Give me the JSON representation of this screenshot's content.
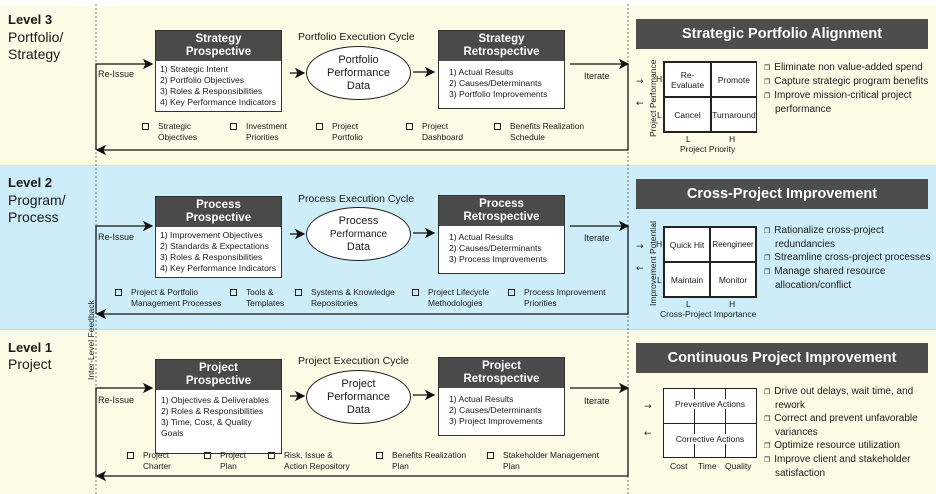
{
  "levels": [
    {
      "title": "Level 3",
      "subtitle_lines": [
        "Portfolio/",
        "Strategy"
      ],
      "prospective": {
        "title_lines": [
          "Strategy",
          "Prospective"
        ],
        "items": [
          "1) Strategic Intent",
          "2) Portfolio Objectives",
          "3) Roles & Responsibilities",
          "4) Key Performance Indicators"
        ]
      },
      "cycle_label": "Portfolio Execution Cycle",
      "oval_lines": [
        "Portfolio",
        "Performance",
        "Data"
      ],
      "retrospective": {
        "title_lines": [
          "Strategy",
          "Retrospective"
        ],
        "items": [
          "1) Actual Results",
          "2) Causes/Determinants",
          "3) Portfolio Improvements"
        ]
      },
      "reissue": "Re-Issue",
      "iterate": "Iterate",
      "artifacts": [
        [
          "Strategic",
          "Objectives"
        ],
        [
          "Investment",
          "Priorities"
        ],
        [
          "Project",
          "Portfolio"
        ],
        [
          "Project",
          "Dashboard"
        ],
        [
          "Benefits Realization",
          "Schedule"
        ]
      ],
      "panel": {
        "title": "Strategic Portfolio Alignment",
        "matrix": {
          "cells": [
            "Re-Evaluate",
            "Promote",
            "Cancel",
            "Turnaround"
          ],
          "y_axis": "Project Performance",
          "x_axis": "Project Priority",
          "x_ticks": [
            "L",
            "H"
          ],
          "y_ticks": [
            "H",
            "L"
          ]
        },
        "bullets": [
          "Eliminate non value-added spend",
          "Capture strategic program benefits",
          "Improve mission-critical project performance"
        ]
      }
    },
    {
      "title": "Level 2",
      "subtitle_lines": [
        "Program/",
        "Process"
      ],
      "prospective": {
        "title_lines": [
          "Process",
          "Prospective"
        ],
        "items": [
          "1) Improvement Objectives",
          "2) Standards & Expectations",
          "3) Roles & Responsibilities",
          "4) Key Performance Indicators"
        ]
      },
      "cycle_label": "Process Execution Cycle",
      "oval_lines": [
        "Process",
        "Performance",
        "Data"
      ],
      "retrospective": {
        "title_lines": [
          "Process",
          "Retrospective"
        ],
        "items": [
          "1) Actual Results",
          "2) Causes/Determinants",
          "3) Process Improvements"
        ]
      },
      "reissue": "Re-Issue",
      "iterate": "Iterate",
      "artifacts": [
        [
          "Project & Portfolio",
          "Management Processes"
        ],
        [
          "Tools &",
          "Templates"
        ],
        [
          "Systems & Knowledge",
          "Repositories"
        ],
        [
          "Project Lifecycle",
          "Methodologies"
        ],
        [
          "Process Improvement",
          "Priorities"
        ]
      ],
      "panel": {
        "title": "Cross-Project Improvement",
        "matrix": {
          "cells": [
            "Quick Hit",
            "Reengineer",
            "Maintain",
            "Monitor"
          ],
          "y_axis": "Improvement Potential",
          "x_axis": "Cross-Project Importance",
          "x_ticks": [
            "L",
            "H"
          ],
          "y_ticks": [
            "H",
            "L"
          ]
        },
        "bullets": [
          "Rationalize cross-project redundancies",
          "Streamline cross-project processes",
          "Manage shared resource allocation/conflict"
        ]
      }
    },
    {
      "title": "Level 1",
      "subtitle_lines": [
        "Project"
      ],
      "prospective": {
        "title_lines": [
          "Project",
          "Prospective"
        ],
        "items": [
          "1) Objectives & Deliverables",
          "2) Roles & Responsibilities",
          "3) Time, Cost, & Quality Goals"
        ]
      },
      "cycle_label": "Project Execution Cycle",
      "oval_lines": [
        "Project",
        "Performance",
        "Data"
      ],
      "retrospective": {
        "title_lines": [
          "Project",
          "Retrospective"
        ],
        "items": [
          "1) Actual Results",
          "2) Causes/Determinants",
          "3) Project Improvements"
        ]
      },
      "reissue": "Re-Issue",
      "iterate": "Iterate",
      "artifacts": [
        [
          "Project",
          "Charter"
        ],
        [
          "Project",
          "Plan"
        ],
        [
          "Risk, Issue &",
          "Action Repository"
        ],
        [
          "Benefits Realization",
          "Plan"
        ],
        [
          "Stakeholder Management",
          "Plan"
        ]
      ],
      "panel": {
        "title": "Continuous Project Improvement",
        "matrix": {
          "rows": [
            "Preventive Actions",
            "Corrective Actions"
          ],
          "columns": [
            "Cost",
            "Time",
            "Quality"
          ]
        },
        "bullets": [
          "Drive out delays, wait time, and rework",
          "Correct and prevent unfavorable variances",
          "Optimize resource utilization",
          "Improve client and stakeholder satisfaction"
        ]
      }
    }
  ],
  "feedback_label": "Inter-Level Feedback"
}
